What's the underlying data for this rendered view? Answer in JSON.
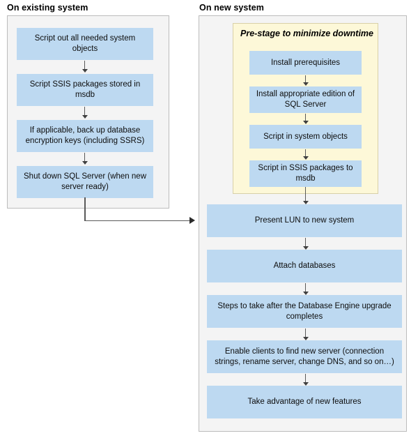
{
  "diagram": {
    "title": "SQL Server migration to new hardware flowchart",
    "colors": {
      "process_box": "#bdd9f1",
      "panel_background": "#f4f4f4",
      "panel_border": "#bcbcbc",
      "group_background": "#fdf8d8",
      "group_border": "#d8d0a8",
      "connector": "#595959"
    }
  },
  "panels": [
    {
      "id": "existing",
      "title": "On existing system",
      "steps": [
        {
          "id": "script-out-objects",
          "label": "Script out all needed system objects"
        },
        {
          "id": "script-ssis-packages",
          "label": "Script SSIS packages stored in msdb"
        },
        {
          "id": "back-up-encryption-keys",
          "label": "If applicable, back up database encryption keys (including SSRS)"
        },
        {
          "id": "shut-down-sql-server",
          "label": "Shut down SQL Server (when new server ready)"
        }
      ]
    },
    {
      "id": "new",
      "title": "On new system",
      "group": {
        "id": "pre-stage",
        "title": "Pre-stage to minimize downtime",
        "steps": [
          {
            "id": "install-prerequisites",
            "label": "Install prerequisites"
          },
          {
            "id": "install-edition",
            "label": "Install appropriate edition of SQL Server"
          },
          {
            "id": "script-in-system-objects",
            "label": "Script in system objects"
          },
          {
            "id": "script-in-ssis-packages",
            "label": "Script in SSIS packages to msdb"
          }
        ]
      },
      "steps": [
        {
          "id": "present-lun",
          "label": "Present LUN to new system"
        },
        {
          "id": "attach-databases",
          "label": "Attach databases"
        },
        {
          "id": "post-upgrade-steps",
          "label": "Steps to take after the Database Engine upgrade completes"
        },
        {
          "id": "enable-clients",
          "label": "Enable clients to find new server (connection strings, rename server, change DNS, and so on…)"
        },
        {
          "id": "new-features",
          "label": "Take advantage of new features"
        }
      ]
    }
  ],
  "connectors": [
    {
      "id": "existing-to-new",
      "from": "shut-down-sql-server",
      "to": "present-lun",
      "style": "elbow-arrow"
    }
  ]
}
